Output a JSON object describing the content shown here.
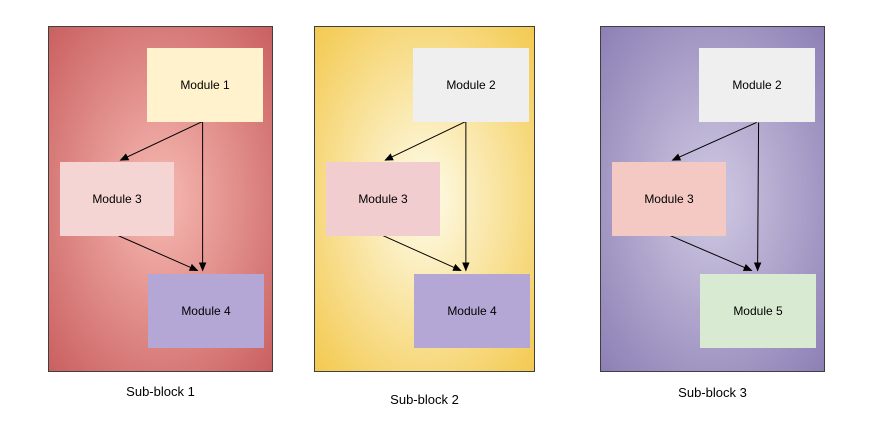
{
  "diagram": {
    "arrow_color": "#000000",
    "text_color": "#000000",
    "panels": [
      {
        "label": "Sub-block 1",
        "bg": {
          "center": "#f2afa9",
          "edge": "#c96060"
        },
        "modules": {
          "top": {
            "label": "Module 1",
            "fill": "#fff2cc"
          },
          "middle": {
            "label": "Module 3",
            "fill": "#f5d4d4"
          },
          "bottom": {
            "label": "Module 4",
            "fill": "#b4a7d6"
          }
        },
        "connections": [
          {
            "from": "Module 1",
            "to": "Module 3"
          },
          {
            "from": "Module 1",
            "to": "Module 4"
          },
          {
            "from": "Module 3",
            "to": "Module 4"
          }
        ]
      },
      {
        "label": "Sub-block 2",
        "bg": {
          "center": "#fdf6d8",
          "edge": "#f3c94f"
        },
        "modules": {
          "top": {
            "label": "Module 2",
            "fill": "#efefef"
          },
          "middle": {
            "label": "Module 3",
            "fill": "#f2cdd0"
          },
          "bottom": {
            "label": "Module 4",
            "fill": "#b4a7d6"
          }
        },
        "connections": [
          {
            "from": "Module 2",
            "to": "Module 3"
          },
          {
            "from": "Module 2",
            "to": "Module 4"
          },
          {
            "from": "Module 3",
            "to": "Module 4"
          }
        ]
      },
      {
        "label": "Sub-block 3",
        "bg": {
          "center": "#c8c1dd",
          "edge": "#8d7fb5"
        },
        "modules": {
          "top": {
            "label": "Module 2",
            "fill": "#efefef"
          },
          "middle": {
            "label": "Module 3",
            "fill": "#f4c9c3"
          },
          "bottom": {
            "label": "Module 5",
            "fill": "#d9ead3"
          }
        },
        "connections": [
          {
            "from": "Module 2",
            "to": "Module 3"
          },
          {
            "from": "Module 2",
            "to": "Module 5"
          },
          {
            "from": "Module 3",
            "to": "Module 5"
          }
        ]
      }
    ]
  }
}
